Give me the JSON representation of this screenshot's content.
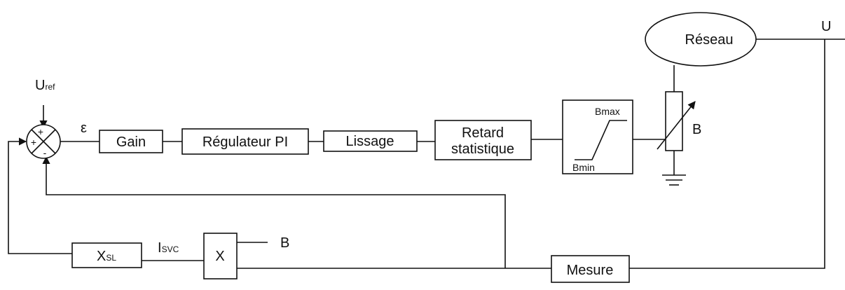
{
  "blocks": {
    "gain": "Gain",
    "regulator": "Régulateur PI",
    "smoothing": "Lissage",
    "delay_line1": "Retard",
    "delay_line2": "statistique",
    "network": "Réseau",
    "measure": "Mesure",
    "multiplier": "X",
    "xsl_main": "X",
    "xsl_sub": "SL"
  },
  "labels": {
    "u_ref_main": "U",
    "u_ref_sub": "ref",
    "epsilon": "ε",
    "bus_u": "U",
    "b_susceptance": "B",
    "b_multiplier_input": "B",
    "isvc_main": "I",
    "isvc_sub": "SVC",
    "bmax": "Bmax",
    "bmin": "Bmin"
  },
  "summing_signs": {
    "top": "+",
    "left": "+",
    "bottom": "-"
  }
}
